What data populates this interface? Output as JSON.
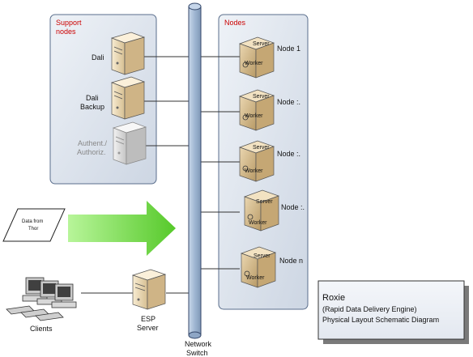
{
  "support_panel": {
    "title_line1": "Support",
    "title_line2": "nodes"
  },
  "nodes_panel": {
    "title": "Nodes"
  },
  "support_servers": [
    {
      "label_line1": "Dali",
      "label_line2": ""
    },
    {
      "label_line1": "Dali",
      "label_line2": "Backup"
    },
    {
      "label_line1": "Authent./",
      "label_line2": "Authoriz."
    }
  ],
  "nodes": [
    {
      "label": "Node 1"
    },
    {
      "label": "Node :."
    },
    {
      "label": "Node :."
    },
    {
      "label": "Node :."
    },
    {
      "label": "Node n"
    }
  ],
  "node_tags": {
    "server": "Server",
    "worker": "Worker"
  },
  "switch": {
    "label_line1": "Network",
    "label_line2": "Switch"
  },
  "data_input": {
    "line1": "Data from",
    "line2": "Thor"
  },
  "clients": {
    "label": "Clients"
  },
  "esp": {
    "label_line1": "ESP",
    "label_line2": "Server"
  },
  "legend": {
    "title": "Roxie",
    "line1": "(Rapid Data Delivery Engine)",
    "line2": "Physical Layout Schematic Diagram"
  },
  "colors": {
    "panel_fill": "#dde4ee",
    "panel_border": "#5a6e8c",
    "switch_fill": "#a7bdd6",
    "arrow_green": "#7fe24f",
    "server_beige": "#efdfc0",
    "node_brown": "#d2b88c"
  }
}
